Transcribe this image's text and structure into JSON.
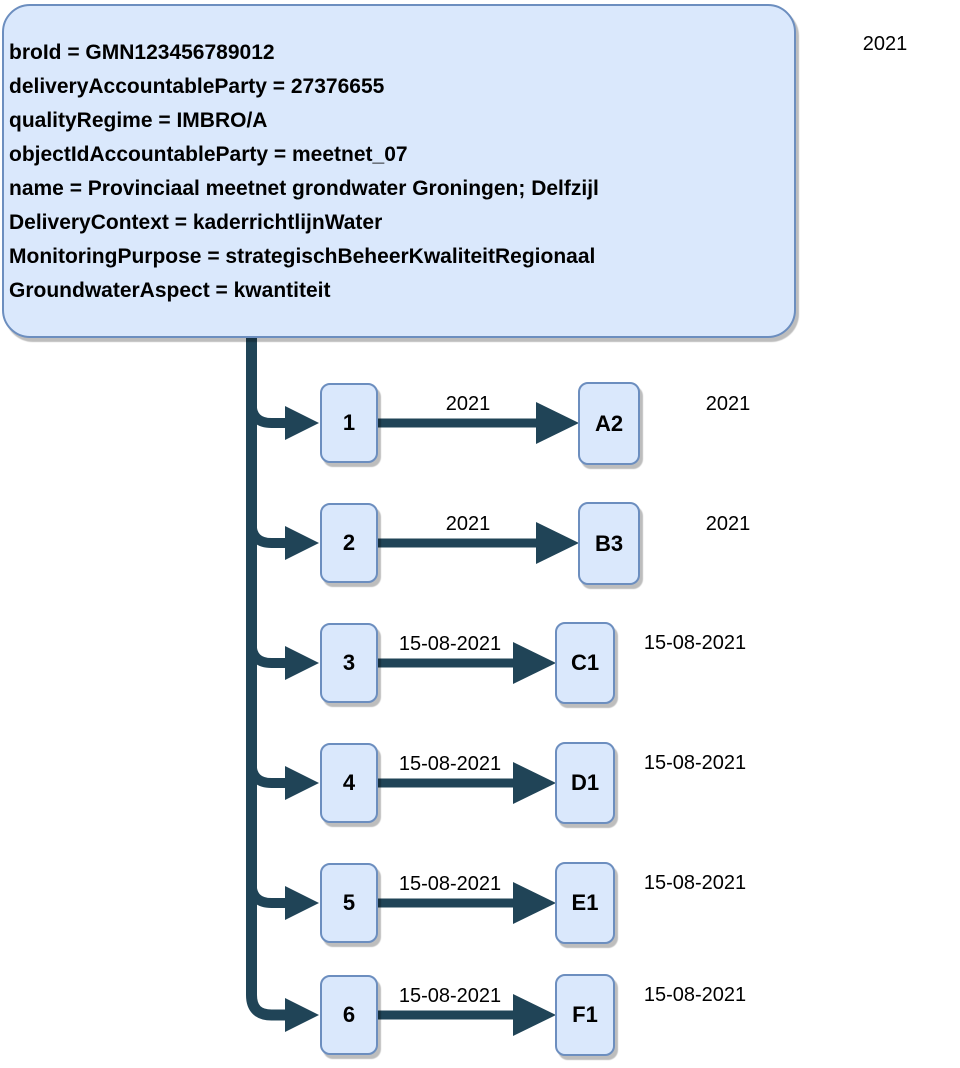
{
  "diagram": {
    "year_note": "2021",
    "gmn_box": {
      "lines": [
        "broId = GMN123456789012",
        "deliveryAccountableParty = 27376655",
        "qualityRegime = IMBRO/A",
        "objectIdAccountableParty = meetnet_07",
        "name = Provinciaal meetnet grondwater Groningen; Delfzijl",
        "DeliveryContext = kaderrichtlijnWater",
        "MonitoringPurpose = strategischBeheerKwaliteitRegionaal",
        "GroundwaterAspect = kwantiteit"
      ]
    },
    "rows": [
      {
        "num": "1",
        "edge_label": "2021",
        "target": "A2",
        "right_label": "2021"
      },
      {
        "num": "2",
        "edge_label": "2021",
        "target": "B3",
        "right_label": "2021"
      },
      {
        "num": "3",
        "edge_label": "15-08-2021",
        "target": "C1",
        "right_label": "15-08-2021"
      },
      {
        "num": "4",
        "edge_label": "15-08-2021",
        "target": "D1",
        "right_label": "15-08-2021"
      },
      {
        "num": "5",
        "edge_label": "15-08-2021",
        "target": "E1",
        "right_label": "15-08-2021"
      },
      {
        "num": "6",
        "edge_label": "15-08-2021",
        "target": "F1",
        "right_label": "15-08-2021"
      }
    ],
    "colors": {
      "node_fill": "#dae8fc",
      "node_border": "#6c8ebf",
      "connector": "#204457",
      "text": "#000000"
    }
  }
}
